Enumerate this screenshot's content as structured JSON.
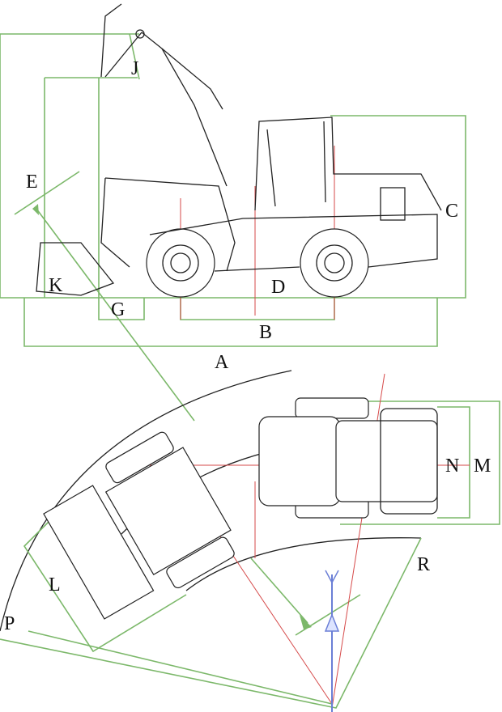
{
  "diagram": {
    "labels": {
      "A": "A",
      "B": "B",
      "C": "C",
      "D": "D",
      "E": "E",
      "G": "G",
      "J": "J",
      "K": "K",
      "L": "L",
      "M": "M",
      "N": "N",
      "P": "P",
      "R": "R"
    },
    "colors": {
      "dimension_lines": "#7cb86a",
      "center_lines": "#d64a4a",
      "outline": "#222222",
      "axis_arrow": "#6b7fd6"
    }
  }
}
